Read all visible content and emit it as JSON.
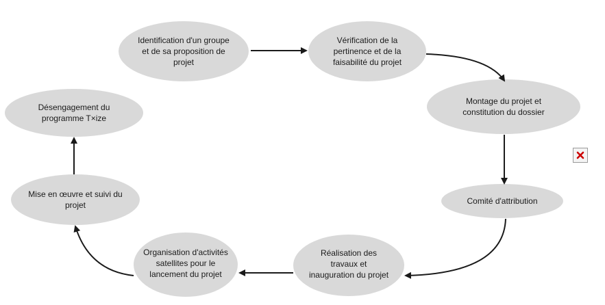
{
  "steps": [
    {
      "id": "identification",
      "text": "Identification d'un groupe\net de sa proposition de\nprojet"
    },
    {
      "id": "verification",
      "text": "Vérification de la\npertinence et de la\nfaisabilité du projet"
    },
    {
      "id": "montage",
      "text": "Montage du projet et\nconstitution du dossier"
    },
    {
      "id": "comite",
      "text": "Comité d'attribution"
    },
    {
      "id": "realisation",
      "text": "Réalisation des\ntravaux et\ninauguration du projet"
    },
    {
      "id": "organisation",
      "text": "Organisation d'activités\nsatellites pour le\nlancement du projet"
    },
    {
      "id": "mise-en-oeuvre",
      "text": "Mise en œuvre et suivi du\nprojet"
    },
    {
      "id": "desengagement",
      "text": "Désengagement du\nprogramme T×ize"
    }
  ],
  "colors": {
    "node_fill": "#d9d9d9",
    "arrow": "#1a1a1a",
    "broken_icon": "#cc0000"
  },
  "broken_image_icon": "red-x-icon"
}
